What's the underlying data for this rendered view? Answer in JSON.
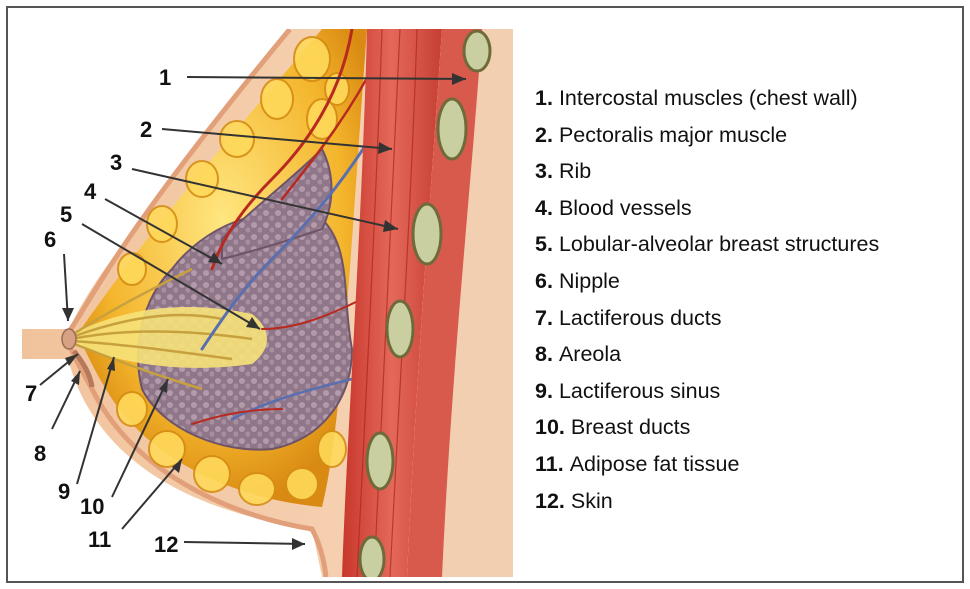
{
  "legend": [
    {
      "number": "1.",
      "label": "Intercostal muscles (chest wall)"
    },
    {
      "number": "2.",
      "label": "Pectoralis major muscle"
    },
    {
      "number": "3.",
      "label": "Rib"
    },
    {
      "number": "4.",
      "label": "Blood vessels"
    },
    {
      "number": "5.",
      "label": "Lobular-alveolar breast structures"
    },
    {
      "number": "6.",
      "label": "Nipple"
    },
    {
      "number": "7.",
      "label": "Lactiferous ducts"
    },
    {
      "number": "8.",
      "label": "Areola"
    },
    {
      "number": "9.",
      "label": "Lactiferous sinus"
    },
    {
      "number": "10.",
      "label": "Breast ducts"
    },
    {
      "number": "11.",
      "label": "Adipose fat tissue"
    },
    {
      "number": "12.",
      "label": "Skin"
    }
  ],
  "callouts": [
    "1",
    "2",
    "3",
    "4",
    "5",
    "6",
    "7",
    "8",
    "9",
    "10",
    "11",
    "12"
  ],
  "colors": {
    "background_skin": "#f3c9a6",
    "fat": "#f2b324",
    "fat_highlight": "#ffe37a",
    "muscle": "#d9534a",
    "rib": "#c9cfa0",
    "lobule": "#9b8494",
    "vessel_red": "#b82a1f",
    "vessel_blue": "#5a6fb0"
  }
}
